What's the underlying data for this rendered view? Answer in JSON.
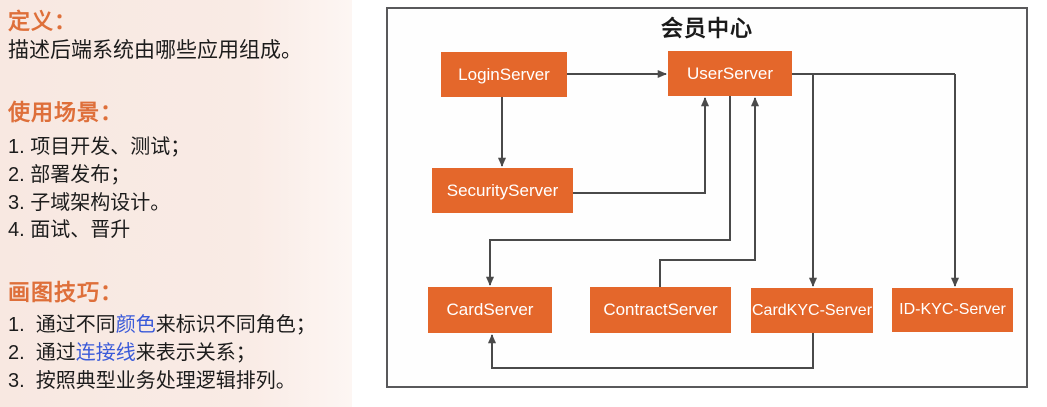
{
  "sidebar": {
    "definition_heading": "定义：",
    "definition_text": "描述后端系统由哪些应用组成。",
    "scenarios_heading": "使用场景：",
    "scenarios": [
      "1. 项目开发、测试；",
      "2. 部署发布；",
      "3. 子域架构设计。",
      "4. 面试、晋升"
    ],
    "tips_heading": "画图技巧：",
    "tips": [
      {
        "prefix": "1.  通过不同",
        "highlight": "颜色",
        "suffix": "来标识不同角色；"
      },
      {
        "prefix": "2.  通过",
        "highlight": "连接线",
        "suffix": "来表示关系；"
      },
      {
        "prefix": "3.  按照典型业务处理逻辑排列。",
        "highlight": "",
        "suffix": ""
      }
    ]
  },
  "diagram": {
    "title": "会员中心",
    "nodes": [
      {
        "id": "login",
        "label": "LoginServer"
      },
      {
        "id": "user",
        "label": "UserServer"
      },
      {
        "id": "security",
        "label": "SecurityServer"
      },
      {
        "id": "card",
        "label": "CardServer"
      },
      {
        "id": "contract",
        "label": "ContractServer"
      },
      {
        "id": "cardkyc",
        "label": "CardKYC-Server"
      },
      {
        "id": "idkyc",
        "label": "ID-KYC-Server"
      }
    ],
    "edges": [
      {
        "from": "LoginServer",
        "to": "UserServer"
      },
      {
        "from": "LoginServer",
        "to": "SecurityServer"
      },
      {
        "from": "SecurityServer",
        "to": "UserServer"
      },
      {
        "from": "UserServer",
        "to": "CardServer"
      },
      {
        "from": "ContractServer",
        "to": "UserServer"
      },
      {
        "from": "UserServer",
        "to": "CardKYC-Server"
      },
      {
        "from": "UserServer",
        "to": "ID-KYC-Server"
      },
      {
        "from": "CardKYC-Server",
        "to": "CardServer"
      }
    ]
  },
  "colors": {
    "node_fill": "#e4672b",
    "node_text": "#ffffff",
    "heading_orange": "#de6f3a",
    "link_blue": "#3a5ad9",
    "connector_gray": "#4a4a4a",
    "frame_border": "#59595b",
    "sidebar_bg": "#f8e8e1"
  }
}
